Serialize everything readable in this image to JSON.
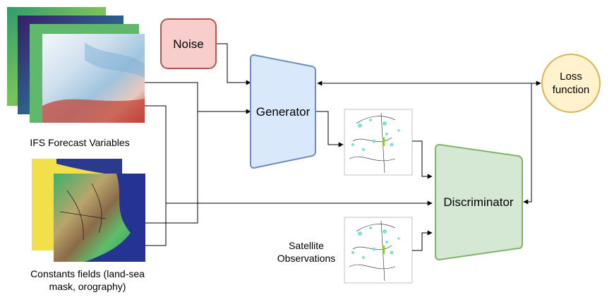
{
  "blocks": {
    "noise": "Noise",
    "generator": "Generator",
    "discriminator": "Discriminator",
    "loss_line1": "Loss",
    "loss_line2": "function"
  },
  "captions": {
    "ifs": "IFS Forecast Variables",
    "constants_line1": "Constants fields (land-sea",
    "constants_line2": "mask, orography)",
    "satellite_line1": "Satellite",
    "satellite_line2": "Observations"
  },
  "colors": {
    "noise_fill": "#f8cecc",
    "noise_stroke": "#b85450",
    "generator_fill": "#dae8fc",
    "generator_stroke": "#6c8ebf",
    "discriminator_fill": "#d5e8d4",
    "discriminator_stroke": "#82b366",
    "loss_fill": "#fff2cc",
    "loss_stroke": "#d6b656"
  },
  "icons": [
    "ifs-forecast-stack-image",
    "constants-fields-stack-image",
    "generated-precip-map",
    "satellite-precip-map"
  ]
}
